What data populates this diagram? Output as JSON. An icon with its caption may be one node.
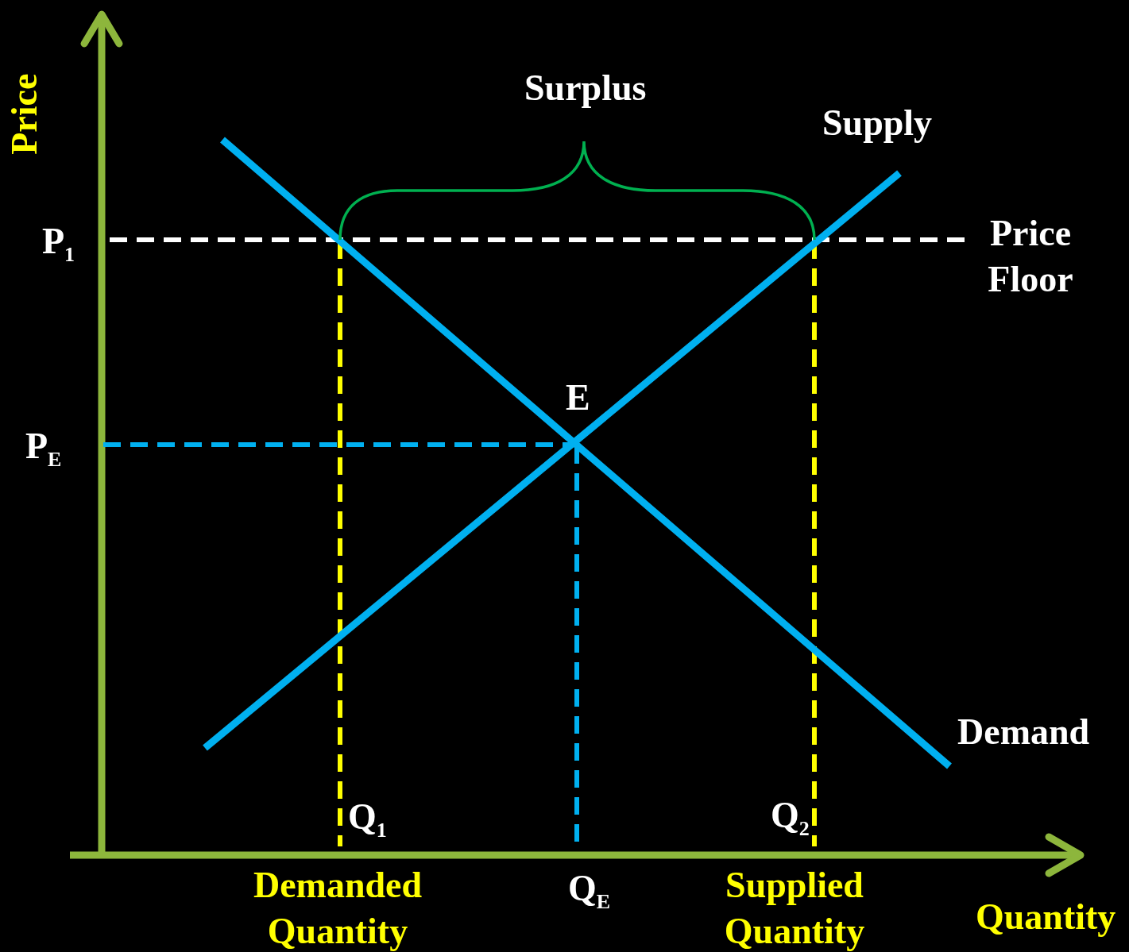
{
  "diagram": {
    "labels": [
      "Price",
      "Surplus",
      "Supply",
      "P$_{1}$",
      "Price Floor",
      "E",
      "P$_{E}$",
      "Demand",
      "Q$_{1}$",
      "Q$_{2}$",
      "Demanded Quantity",
      "Q$_{E}$",
      "Supplied Quantity",
      "Quantity"
    ]
  }
}
